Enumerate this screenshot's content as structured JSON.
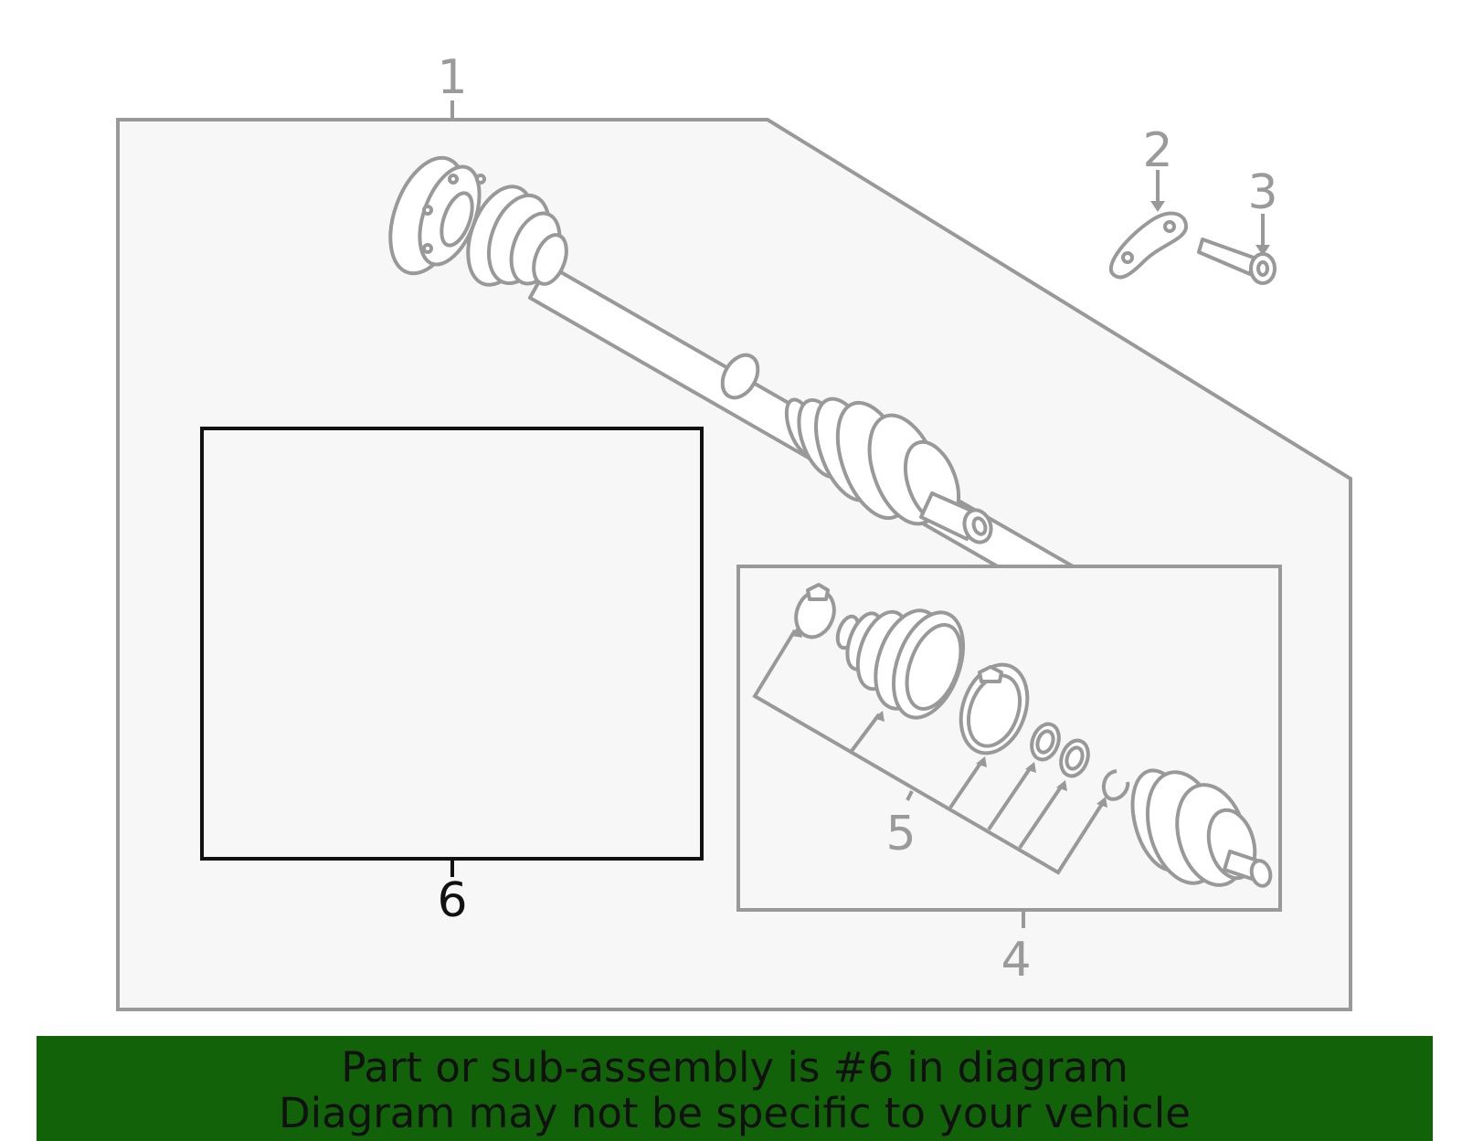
{
  "colors": {
    "part_outline": "#999999",
    "panel_fill": "#f7f7f7",
    "highlight_outline": "#111111",
    "banner_bg": "#12620a",
    "banner_text": "#111111"
  },
  "callouts": {
    "c1": "1",
    "c2": "2",
    "c3": "3",
    "c4": "4",
    "c5": "5",
    "c6": "6"
  },
  "highlighted_part": "6",
  "banner": {
    "line1": "Part or sub-assembly is #6 in diagram",
    "line2": "Diagram may not be specific to your vehicle"
  }
}
